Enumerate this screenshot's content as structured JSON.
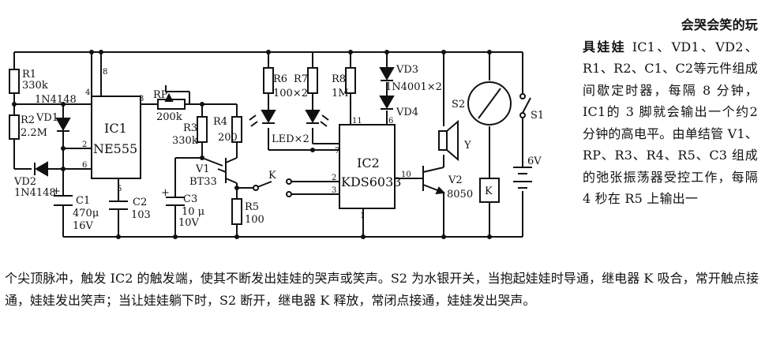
{
  "title_part1": "会哭会笑的玩",
  "title_part2": "具娃娃",
  "paragraph_right": "IC1、VD1、VD2、R1、R2、C1、C2等元件组成间歇定时器，每隔 8 分钟，IC1的 3 脚就会输出一个约2 分钟的高电平。由单结管 V1、RP、R3、R4、R5、C3 组成的弛张振荡器受控工作，每隔 4 秒在 R5 上输出一",
  "paragraph_bottom": "个尖顶脉冲，触发 IC2 的触发端，使其不断发出娃娃的哭声或笑声。S2 为水银开关，当抱起娃娃时导通，继电器 K 吸合，常开触点接通，娃娃发出笑声；当让娃娃躺下时，S2 断开，继电器 K 释放，常闭点接通，娃娃发出哭声。",
  "labels": {
    "r1": "R1",
    "r1_val": "330k",
    "r2": "R2",
    "r2_val": "2.2M",
    "vd1": "VD1",
    "vd1_type": "1N4148",
    "vd2": "VD2",
    "vd2_type": "1N4148",
    "c1": "C1",
    "c1_val": "470μ",
    "c1_volt": "16V",
    "c2": "C2",
    "c2_val": "103",
    "ic1": "IC1",
    "ic1_type": "NE555",
    "rp": "RP",
    "rp_val": "200k",
    "r3": "R3",
    "r3_val": "330k",
    "r4": "R4",
    "r4_val": "200",
    "v1": "V1",
    "v1_type": "BT33",
    "c3": "C3",
    "c3_val": "10 μ",
    "c3_volt": "10V",
    "r5": "R5",
    "r5_val": "100",
    "k": "K",
    "r6": "R6",
    "r7": "R7",
    "r67_val": "100×2",
    "led": "LED×2",
    "r8": "R8",
    "r8_val": "1M",
    "vd3": "VD3",
    "vd34_type": "1N4001×2",
    "vd4": "VD4",
    "ic2": "IC2",
    "ic2_type": "KDS6033",
    "v2": "V2",
    "v2_type": "8050",
    "s2": "S2",
    "y": "Y",
    "relay": "K",
    "s1": "S1",
    "batt": "6V"
  },
  "pins": {
    "ic1": [
      "4",
      "8",
      "3",
      "2",
      "6",
      "5"
    ],
    "ic2": [
      "11",
      "6",
      "7",
      "2",
      "3",
      "10",
      "1"
    ]
  },
  "polarity": "+"
}
